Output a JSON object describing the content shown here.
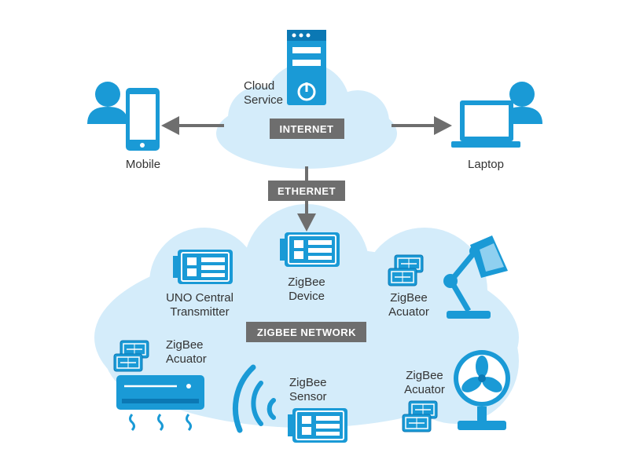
{
  "colors": {
    "cloud": "#d4ecfa",
    "device": "#1a9ad6",
    "device_dark": "#0b78b4",
    "arrow": "#6e6e6e",
    "tag_bg": "#6e6e6e",
    "text": "#333333"
  },
  "tags": {
    "internet": "INTERNET",
    "ethernet": "ETHERNET",
    "zigbee_network": "ZIGBEE NETWORK"
  },
  "labels": {
    "cloud_service": [
      "Cloud",
      "Service"
    ],
    "mobile": "Mobile",
    "laptop": "Laptop",
    "zigbee_device": [
      "ZigBee",
      "Device"
    ],
    "uno_central": [
      "UNO Central",
      "Transmitter"
    ],
    "acuator_lamp": [
      "ZigBee",
      "Acuator"
    ],
    "acuator_ac": [
      "ZigBee",
      "Acuator"
    ],
    "acuator_fan": [
      "ZigBee",
      "Acuator"
    ],
    "sensor": [
      "ZigBee",
      "Sensor"
    ]
  },
  "icons": [
    "user-icon",
    "mobile-phone-icon",
    "server-icon",
    "laptop-icon",
    "circuit-board-icon",
    "zigbee-module-icon",
    "desk-lamp-icon",
    "air-conditioner-icon",
    "wireless-signal-icon",
    "fan-icon"
  ]
}
